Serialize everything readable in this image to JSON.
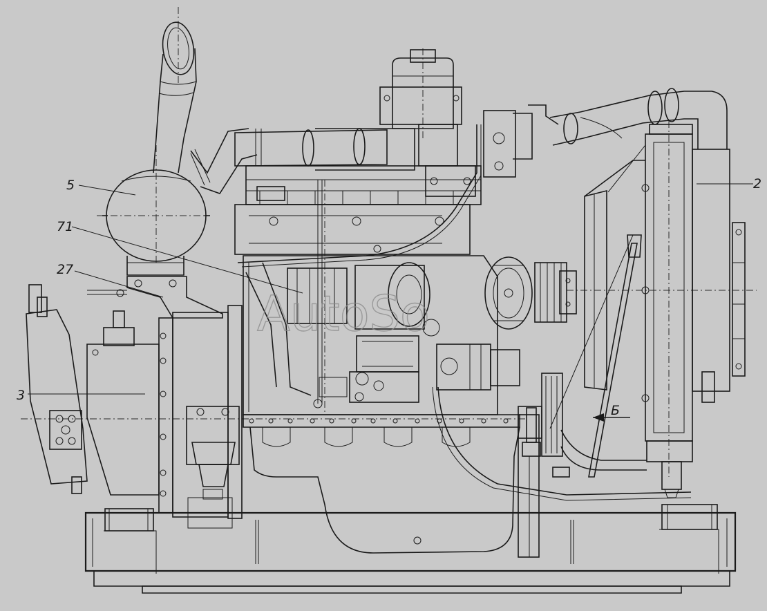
{
  "diagram": {
    "callouts": {
      "c5": "5",
      "c71": "71",
      "c27": "27",
      "c3": "3",
      "c2": "2",
      "view_b": "Б"
    },
    "watermark": "AutoSo"
  },
  "colors": {
    "background": "#c9c9c9",
    "line": "#1a1a1a",
    "watermark": "#8a8a8a"
  }
}
